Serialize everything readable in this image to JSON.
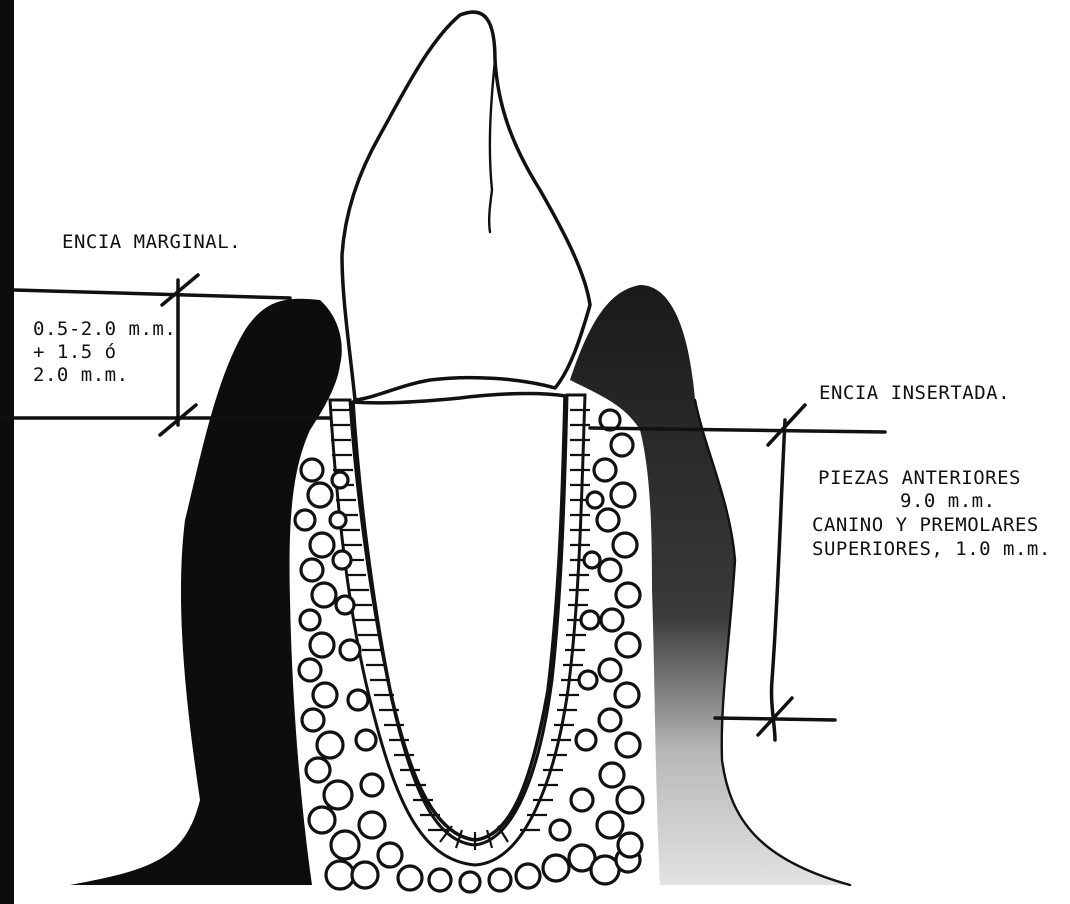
{
  "labels": {
    "marginal_title": "ENCIA MARGINAL.",
    "marginal_lines": [
      "0.5-2.0 m.m.",
      "+ 1.5 ó",
      "2.0 m.m."
    ],
    "inserted_title": "ENCIA INSERTADA.",
    "inserted_lines": [
      "PIEZAS ANTERIORES",
      "9.0 m.m.",
      "CANINO Y PREMOLARES",
      "SUPERIORES, 1.0 m.m."
    ]
  },
  "colors": {
    "ink": "#111111",
    "gum_left": "#0d0d0d",
    "gum_right": "#3a3a3a",
    "paper": "#ffffff"
  }
}
